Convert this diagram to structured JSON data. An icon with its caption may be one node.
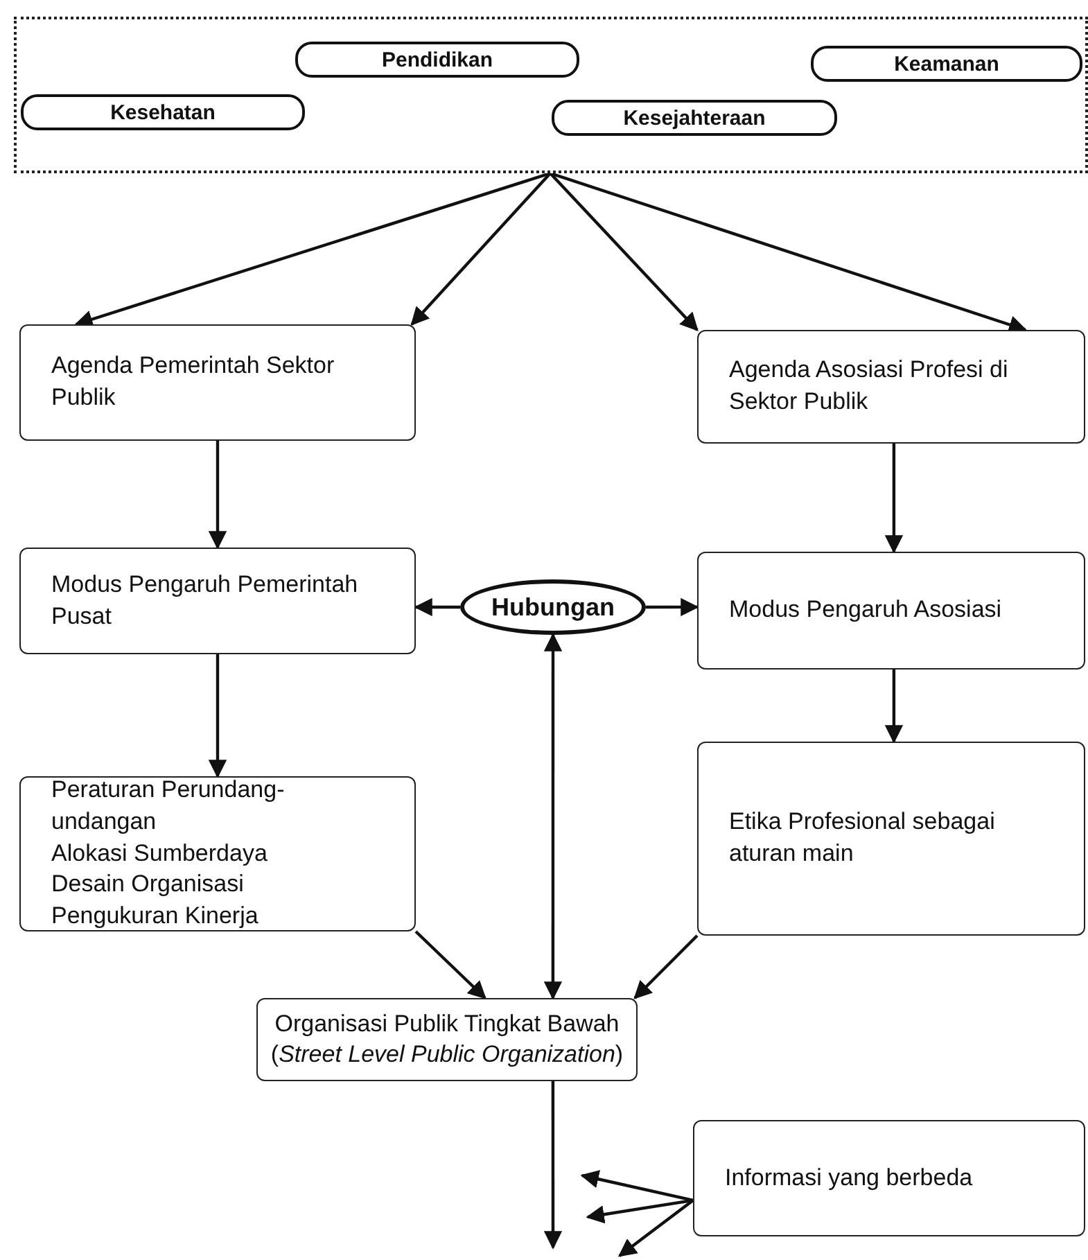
{
  "diagram": {
    "nodes": [
      {
        "text": [],
        "shape": "box"
      },
      {
        "text": [
          "Pendidikan"
        ],
        "in": 0
      },
      {
        "text": [
          "Keamanan"
        ],
        "in": 0
      },
      {
        "text": [
          "Kesehatan"
        ],
        "in": 0
      },
      {
        "text": [
          "Kesejahteraan"
        ],
        "in": 0
      },
      {
        "text": [
          "Agenda Pemerintah Sektor Publik"
        ]
      },
      {
        "text": [
          "Agenda Asosiasi Profesi di Sektor Publik"
        ]
      },
      {
        "text": [
          "Modus Pengaruh Pemerintah Pusat"
        ]
      },
      {
        "text": [
          "Hubungan"
        ]
      },
      {
        "text": [
          "Modus Pengaruh Asosiasi"
        ]
      },
      {
        "text": [
          "Peraturan Perundang-undangan",
          "Alokasi Sumberdaya",
          "Desain Organisasi",
          "Pengukuran Kinerja"
        ]
      },
      {
        "text": [
          "Etika Profesional sebagai aturan main"
        ]
      },
      {
        "text": [
          "Organisasi Publik Tingkat Bawah (*Street Level Public Organization*)"
        ]
      },
      {
        "text": [
          "Informasi yang berbeda"
        ]
      }
    ],
    "edges": [
      {
        "from": 0,
        "to": 5,
        "arrow": "to"
      },
      {
        "from": 0,
        "to": 5,
        "arrow": "to"
      },
      {
        "from": 0,
        "to": 6,
        "arrow": "to"
      },
      {
        "from": 0,
        "to": 6,
        "arrow": "to"
      },
      {
        "from": 5,
        "to": 7,
        "arrow": "to"
      },
      {
        "from": 6,
        "to": 9,
        "arrow": "to"
      },
      {
        "from": 8,
        "to": 7,
        "arrow": "to"
      },
      {
        "from": 8,
        "to": 9,
        "arrow": "to"
      },
      {
        "from": 8,
        "to": 12,
        "arrow": "both"
      },
      {
        "from": 7,
        "to": 10,
        "arrow": "to"
      },
      {
        "from": 9,
        "to": 11,
        "arrow": "to"
      },
      {
        "from": 10,
        "to": 12,
        "arrow": "to"
      },
      {
        "from": 11,
        "to": 12,
        "arrow": "to"
      },
      {
        "from": 12,
        "to": null,
        "arrow": "to"
      },
      {
        "from": 13,
        "to": null,
        "arrow": "to"
      },
      {
        "from": 13,
        "to": null,
        "arrow": "to"
      },
      {
        "from": 13,
        "to": null,
        "arrow": "to"
      }
    ]
  }
}
